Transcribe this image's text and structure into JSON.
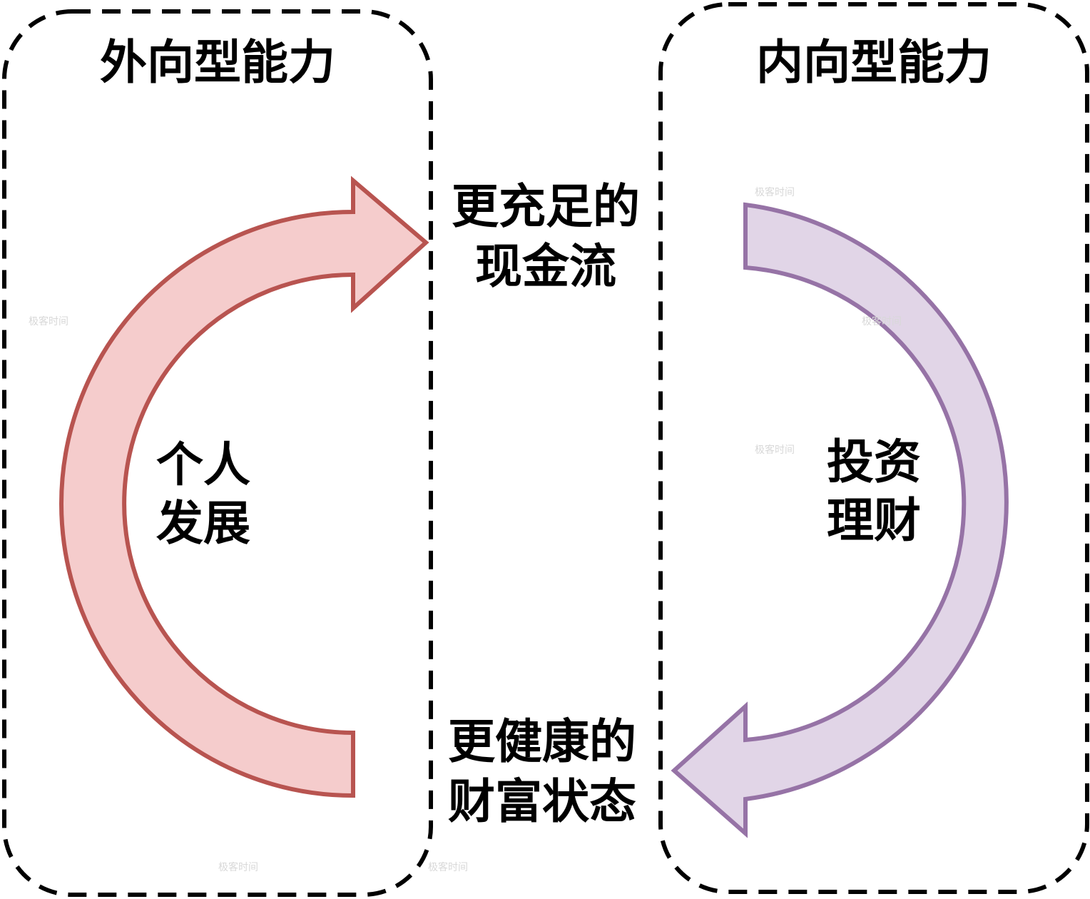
{
  "left_panel": {
    "title": "外向型能力",
    "arrow_label_1": "个人",
    "arrow_label_2": "发展"
  },
  "right_panel": {
    "title": "内向型能力",
    "arrow_label_1": "投资",
    "arrow_label_2": "理财"
  },
  "center": {
    "top_1": "更充足的",
    "top_2": "现金流",
    "bottom_1": "更健康的",
    "bottom_2": "财富状态"
  },
  "watermark": "极客时间",
  "colors": {
    "left_fill": "#f5cccc",
    "left_stroke": "#b85450",
    "right_fill": "#e1d5e7",
    "right_stroke": "#9673a6"
  }
}
